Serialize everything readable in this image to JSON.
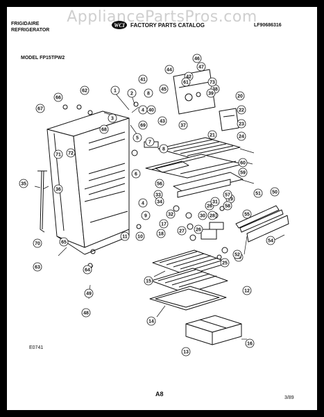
{
  "watermark": "AppliancePartsPros.com",
  "header": {
    "brand": "FRIGIDAIRE",
    "product": "REFRIGERATOR",
    "catalog_title": "FACTORY PARTS CATALOG",
    "catalog_number": "LF90686316",
    "model": "MODEL FP15TPW2"
  },
  "footer": {
    "figure_code": "E0741",
    "page": "A8",
    "date": "3/89"
  },
  "callouts": [
    {
      "n": "1"
    },
    {
      "n": "2"
    },
    {
      "n": "3"
    },
    {
      "n": "4"
    },
    {
      "n": "5"
    },
    {
      "n": "6"
    },
    {
      "n": "7"
    },
    {
      "n": "8"
    },
    {
      "n": "9"
    },
    {
      "n": "10"
    },
    {
      "n": "11"
    },
    {
      "n": "12"
    },
    {
      "n": "13"
    },
    {
      "n": "14"
    },
    {
      "n": "15"
    },
    {
      "n": "16"
    },
    {
      "n": "17"
    },
    {
      "n": "18"
    },
    {
      "n": "19"
    },
    {
      "n": "20"
    },
    {
      "n": "21"
    },
    {
      "n": "22"
    },
    {
      "n": "23"
    },
    {
      "n": "24"
    },
    {
      "n": "25"
    },
    {
      "n": "26"
    },
    {
      "n": "27"
    },
    {
      "n": "28"
    },
    {
      "n": "29"
    },
    {
      "n": "30"
    },
    {
      "n": "31"
    },
    {
      "n": "32"
    },
    {
      "n": "33"
    },
    {
      "n": "34"
    },
    {
      "n": "35"
    },
    {
      "n": "36"
    },
    {
      "n": "37"
    },
    {
      "n": "38"
    },
    {
      "n": "39"
    },
    {
      "n": "40"
    },
    {
      "n": "41"
    },
    {
      "n": "42"
    },
    {
      "n": "43"
    },
    {
      "n": "44"
    },
    {
      "n": "45"
    },
    {
      "n": "46"
    },
    {
      "n": "47"
    },
    {
      "n": "48"
    },
    {
      "n": "49"
    },
    {
      "n": "50"
    },
    {
      "n": "51"
    },
    {
      "n": "52"
    },
    {
      "n": "54"
    },
    {
      "n": "55"
    },
    {
      "n": "56"
    },
    {
      "n": "57"
    },
    {
      "n": "58"
    },
    {
      "n": "59"
    },
    {
      "n": "60"
    },
    {
      "n": "61"
    },
    {
      "n": "62"
    },
    {
      "n": "63"
    },
    {
      "n": "64"
    },
    {
      "n": "65"
    },
    {
      "n": "66"
    },
    {
      "n": "67"
    },
    {
      "n": "68"
    },
    {
      "n": "69"
    },
    {
      "n": "70"
    },
    {
      "n": "71"
    },
    {
      "n": "72"
    },
    {
      "n": "73"
    },
    {
      "n": "8"
    },
    {
      "n": "4"
    },
    {
      "n": "26"
    }
  ]
}
